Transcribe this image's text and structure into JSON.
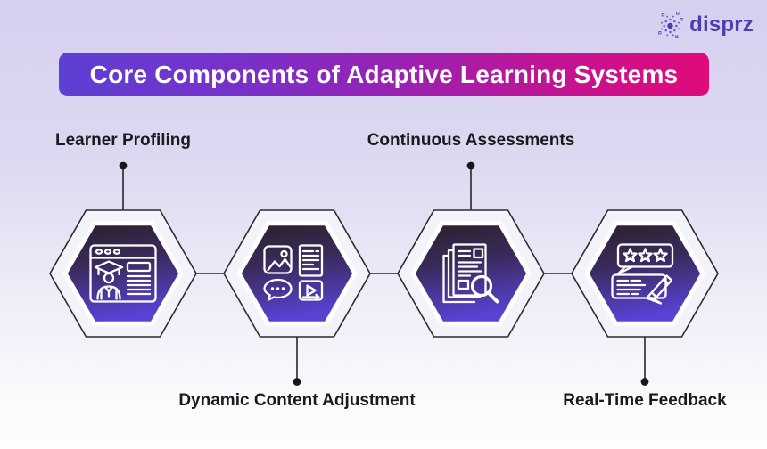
{
  "logo": {
    "text": "disprz",
    "icon": "starburst-dots-icon",
    "text_color": "#4b3eae",
    "icon_color": "#6a5fd0"
  },
  "banner": {
    "title": "Core Components of Adaptive Learning Systems",
    "gradient_start": "#5d3fd3",
    "gradient_end": "#e00a78",
    "text_color": "#ffffff"
  },
  "components": [
    {
      "label": "Learner Profiling",
      "icon": "learner-profile-browser-icon",
      "label_position": "top"
    },
    {
      "label": "Dynamic Content Adjustment",
      "icon": "multimedia-content-grid-icon",
      "label_position": "bottom"
    },
    {
      "label": "Continuous Assessments",
      "icon": "documents-magnifier-icon",
      "label_position": "top"
    },
    {
      "label": "Real-Time Feedback",
      "icon": "star-review-pencil-icon",
      "label_position": "bottom"
    }
  ],
  "hexagon_style": {
    "outer_fill": "#f5f3fa",
    "outline_color": "#2c2c30",
    "rim_color": "#ffffff",
    "gradient_top": "#2b2129",
    "gradient_bottom": "#5843d6"
  },
  "connector_style": {
    "line_color": "#26262a",
    "dot_color": "#17171a"
  },
  "background": {
    "top": "#d6d0ef",
    "bottom": "#fdfdff"
  }
}
